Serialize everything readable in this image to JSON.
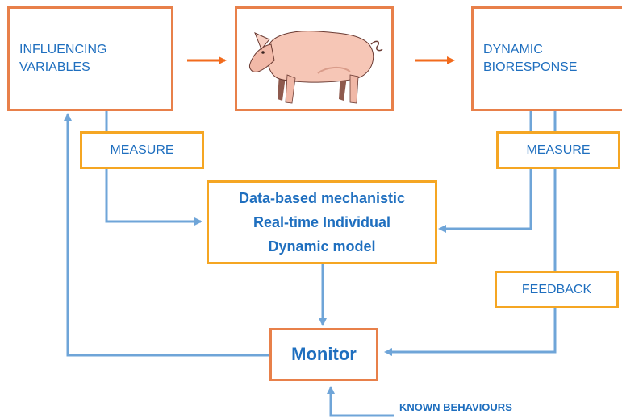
{
  "colors": {
    "box_border_dark": "#E8804A",
    "box_border_light": "#F5A623",
    "connector": "#6FA5D8",
    "arrow_orange": "#F26B1D",
    "text_blue": "#1F6FBF"
  },
  "nodes": {
    "influencing": {
      "line1": "INFLUENCING",
      "line2": "VARIABLES"
    },
    "bioresponse": {
      "line1": "DYNAMIC",
      "line2": "BIORESPONSE"
    },
    "measure_left": "MEASURE",
    "measure_right": "MEASURE",
    "model": {
      "line1": "Data-based mechanistic",
      "line2": "Real-time Individual",
      "line3": "Dynamic model"
    },
    "feedback": "FEEDBACK",
    "monitor": "Monitor",
    "known_behaviours": "KNOWN BEHAVIOURS"
  },
  "image": {
    "icon": "pig-icon"
  }
}
